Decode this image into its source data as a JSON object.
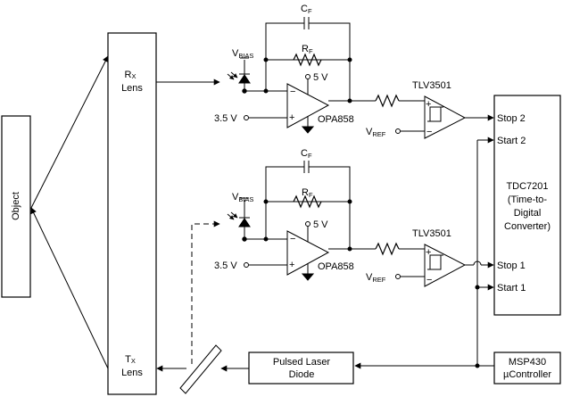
{
  "object": {
    "label": "Object"
  },
  "lens": {
    "rx_main": "R",
    "rx_sub": "X",
    "rx_line2": "Lens",
    "tx_main": "T",
    "tx_sub": "X",
    "tx_line2": "Lens"
  },
  "top_channel": {
    "cf_main": "C",
    "cf_sub": "F",
    "rf_main": "R",
    "rf_sub": "F",
    "vbias_main": "V",
    "vbias_sub": "BIAS",
    "supply": "5 V",
    "ref_in": "3.5 V",
    "opamp": "OPA858",
    "comparator": "TLV3501",
    "vref_main": "V",
    "vref_sub": "REF"
  },
  "bottom_channel": {
    "cf_main": "C",
    "cf_sub": "F",
    "rf_main": "R",
    "rf_sub": "F",
    "vbias_main": "V",
    "vbias_sub": "BIAS",
    "supply": "5 V",
    "ref_in": "3.5 V",
    "opamp": "OPA858",
    "comparator": "TLV3501",
    "vref_main": "V",
    "vref_sub": "REF"
  },
  "tdc": {
    "line1": "TDC7201",
    "line2": "(Time-to-",
    "line3": "Digital",
    "line4": "Converter)",
    "stop2": "Stop 2",
    "start2": "Start 2",
    "stop1": "Stop 1",
    "start1": "Start 1"
  },
  "laser": {
    "line1": "Pulsed Laser",
    "line2": "Diode"
  },
  "mcu": {
    "line1": "MSP430",
    "line2": "µController"
  }
}
